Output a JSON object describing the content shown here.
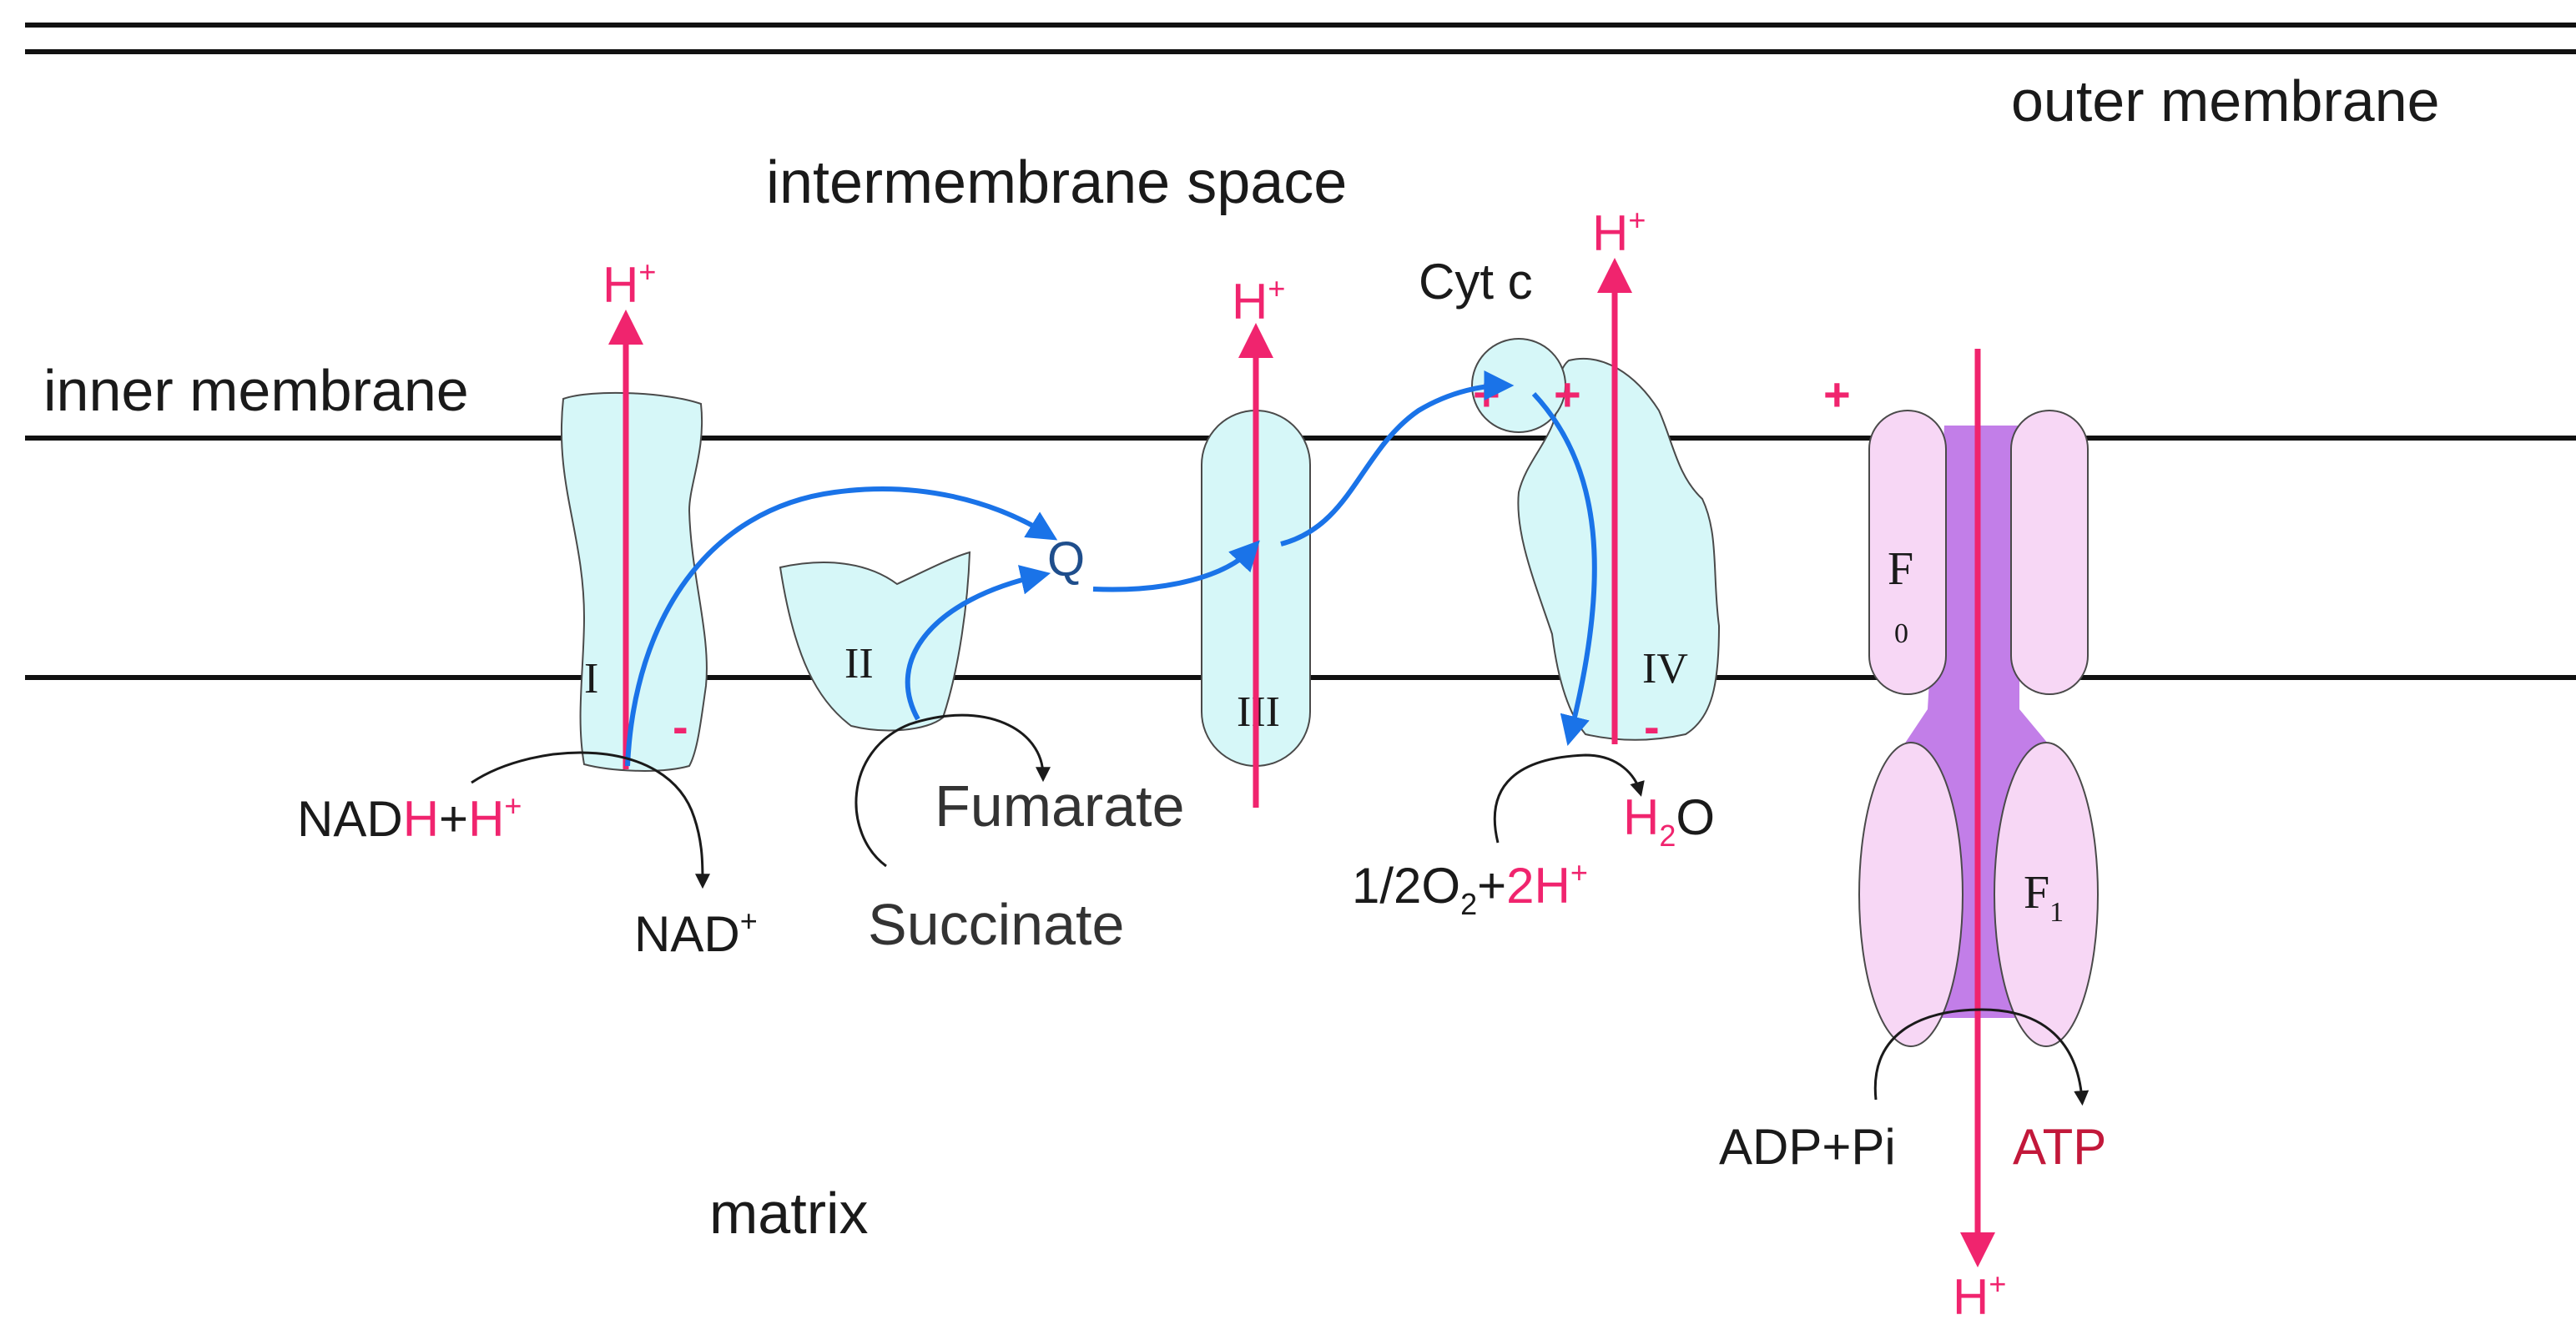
{
  "colors": {
    "proton": "#f0246e",
    "electron": "#1a73e8",
    "complex_fill": "#d6f7f8",
    "complex_stroke": "#4a4a4a",
    "atp_synthase_fill": "#f7d7f5",
    "atp_synthase_core": "#c27ee8",
    "atp_label": "#c2183a"
  },
  "icons": {
    "proton_arrow": "red-up-arrow",
    "electron_path": "blue-curved-arrow",
    "reaction_arrow": "black-curved-arrow"
  },
  "regions": {
    "outer_membrane": "outer membrane",
    "intermembrane_space": "intermembrane space",
    "inner_membrane": "inner membrane",
    "matrix": "matrix"
  },
  "complexes": {
    "I": "I",
    "II": "II",
    "III": "III",
    "IV": "IV",
    "cyt_c": "Cyt c",
    "q": "Q",
    "f0_main": "F",
    "f0_sub": "0",
    "f1_main": "F",
    "f1_sub": "1"
  },
  "protons": {
    "complex_i": "H",
    "complex_iii": "H",
    "complex_iv": "H",
    "atp_synthase": "H",
    "charge_sup": "+"
  },
  "charges": {
    "plus": "+",
    "minus": "-"
  },
  "reactions": {
    "nadh_nad": "NAD",
    "nadh_h": "H",
    "nadh_plus": "+",
    "nadh_h2": "H",
    "nadh_sup": "+",
    "nad_plus": "NAD",
    "nad_plus_sup": "+",
    "fumarate": "Fumarate",
    "succinate": "Succinate",
    "oxygen_prefix": "1/2O",
    "oxygen_sub": "2",
    "oxygen_plus": "+",
    "oxygen_2h": "2H",
    "oxygen_sup": "+",
    "water_h": "H",
    "water_sub": "2",
    "water_o": "O",
    "adp_pi": "ADP+Pi",
    "atp": "ATP"
  }
}
